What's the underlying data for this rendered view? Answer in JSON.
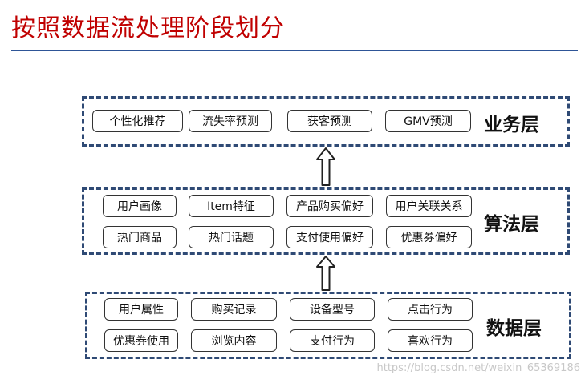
{
  "title": "按照数据流处理阶段划分",
  "layers": {
    "business": {
      "label": "业务层",
      "items": [
        "个性化推荐",
        "流失率预测",
        "获客预测",
        "GMV预测"
      ]
    },
    "algorithm": {
      "label": "算法层",
      "items": [
        "用户画像",
        "Item特征",
        "产品购买偏好",
        "用户关联关系",
        "热门商品",
        "热门话题",
        "支付使用偏好",
        "优惠券偏好"
      ]
    },
    "data": {
      "label": "数据层",
      "items": [
        "用户属性",
        "购买记录",
        "设备型号",
        "点击行为",
        "优惠券使用",
        "浏览内容",
        "支付行为",
        "喜欢行为"
      ]
    }
  },
  "watermark": "https://blog.csdn.net/weixin_65369186"
}
